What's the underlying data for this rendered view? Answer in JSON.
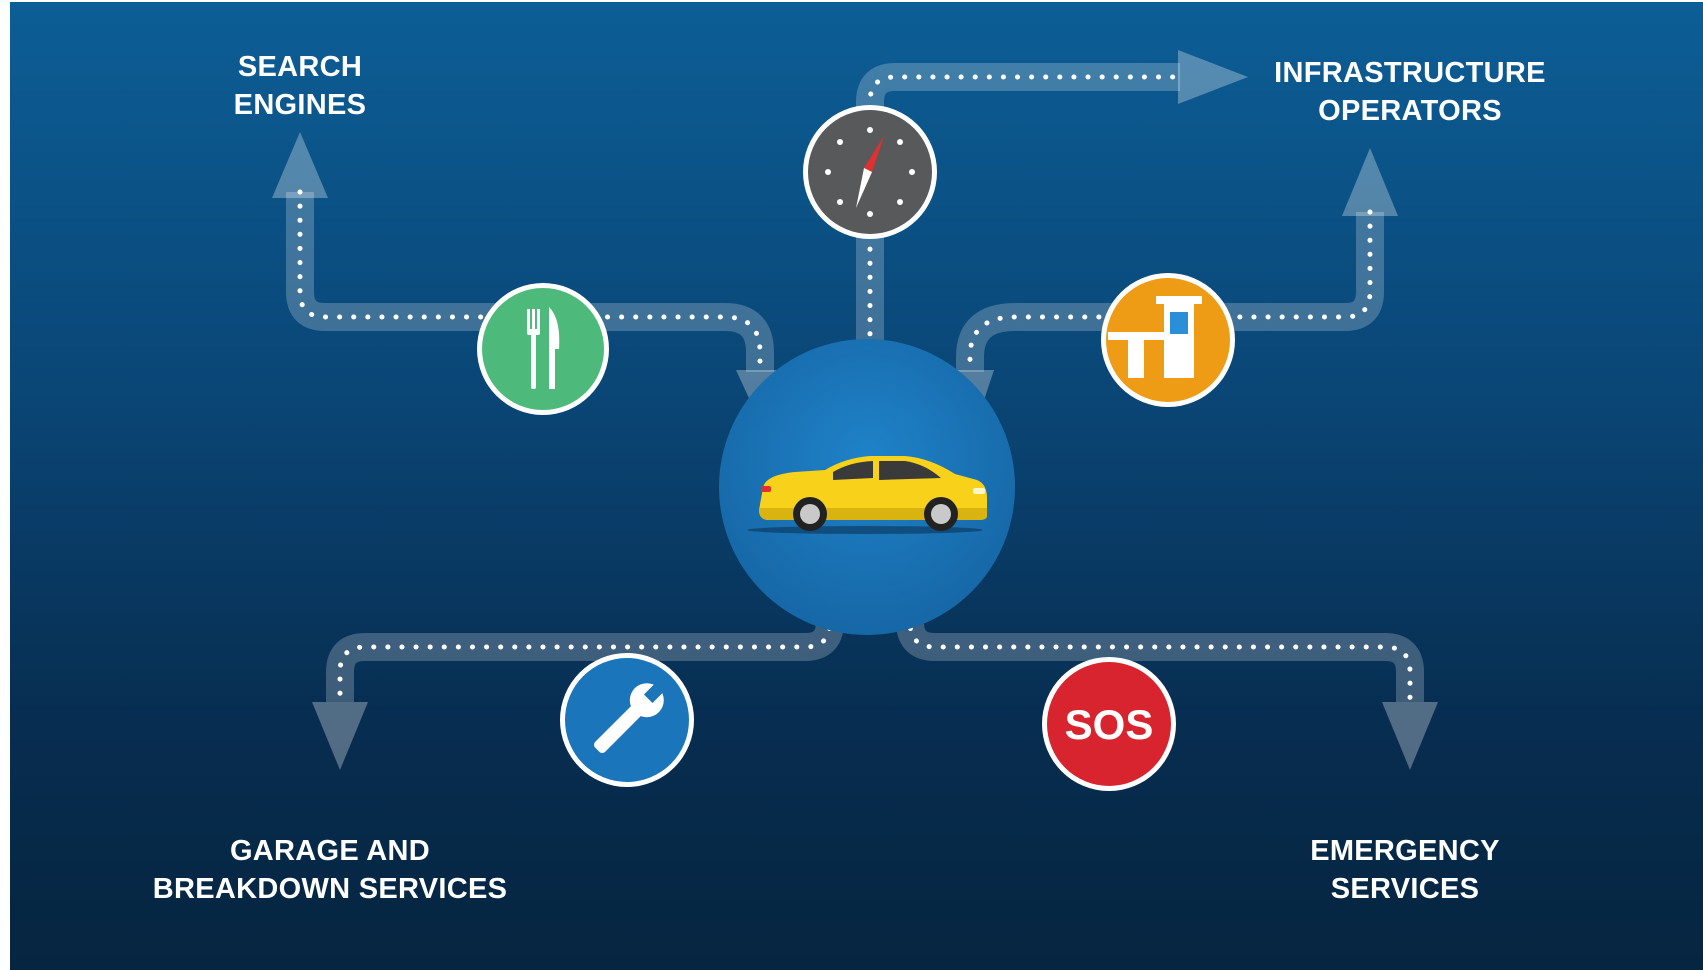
{
  "labels": {
    "search_engines": {
      "line1": "SEARCH",
      "line2": "ENGINES"
    },
    "infrastructure_operators": {
      "line1": "INFRASTRUCTURE",
      "line2": "OPERATORS"
    },
    "garage_breakdown": {
      "line1": "GARAGE AND",
      "line2": "BREAKDOWN SERVICES"
    },
    "emergency_services": {
      "line1": "EMERGENCY",
      "line2": "SERVICES"
    }
  },
  "badges": {
    "sos": "SOS"
  },
  "icons": {
    "center": "car-icon",
    "restaurant": "fork-knife-icon",
    "navigation": "compass-icon",
    "toll": "toll-booth-icon",
    "garage": "wrench-icon",
    "emergency": "sos-icon"
  },
  "colors": {
    "background_top": "#0c5e96",
    "background_bottom": "#062540",
    "center_circle": "#1a73b8",
    "restaurant": "#4dba7c",
    "navigation": "#58595b",
    "toll": "#ee9b16",
    "garage": "#1b75bb",
    "emergency": "#d7242f",
    "car": "#f7d11a"
  }
}
